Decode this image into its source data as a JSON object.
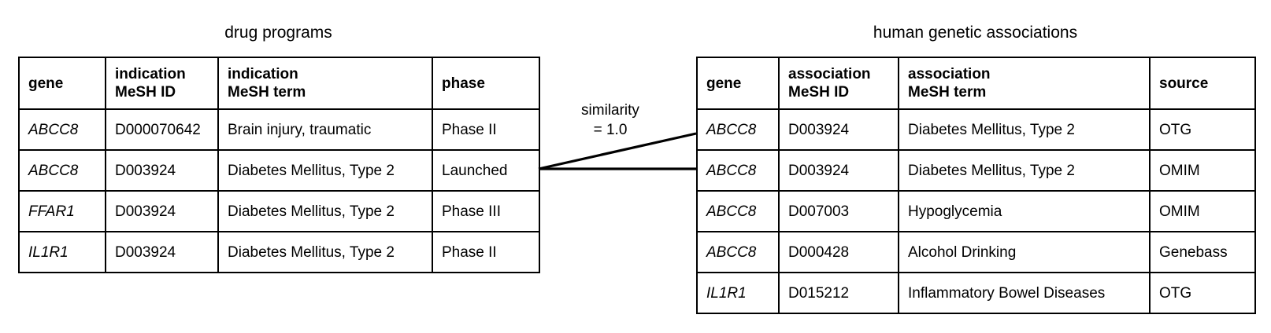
{
  "figure": {
    "left_panel": {
      "title": "drug programs",
      "columns": [
        {
          "line1": "gene",
          "line2": ""
        },
        {
          "line1": "indication",
          "line2": "MeSH ID"
        },
        {
          "line1": "indication",
          "line2": "MeSH term"
        },
        {
          "line1": "phase",
          "line2": ""
        }
      ],
      "rows": [
        {
          "gene": "ABCC8",
          "mesh_id": "D000070642",
          "mesh_term": "Brain injury, traumatic",
          "phase": "Phase II"
        },
        {
          "gene": "ABCC8",
          "mesh_id": "D003924",
          "mesh_term": "Diabetes Mellitus, Type 2",
          "phase": "Launched"
        },
        {
          "gene": "FFAR1",
          "mesh_id": "D003924",
          "mesh_term": "Diabetes Mellitus, Type 2",
          "phase": "Phase III"
        },
        {
          "gene": "IL1R1",
          "mesh_id": "D003924",
          "mesh_term": "Diabetes Mellitus, Type 2",
          "phase": "Phase II"
        }
      ]
    },
    "right_panel": {
      "title": "human genetic associations",
      "columns": [
        {
          "line1": "gene",
          "line2": ""
        },
        {
          "line1": "association",
          "line2": "MeSH ID"
        },
        {
          "line1": "association",
          "line2": "MeSH term"
        },
        {
          "line1": "source",
          "line2": ""
        }
      ],
      "rows": [
        {
          "gene": "ABCC8",
          "mesh_id": "D003924",
          "mesh_term": "Diabetes Mellitus, Type 2",
          "source": "OTG"
        },
        {
          "gene": "ABCC8",
          "mesh_id": "D003924",
          "mesh_term": "Diabetes Mellitus, Type 2",
          "source": "OMIM"
        },
        {
          "gene": "ABCC8",
          "mesh_id": "D007003",
          "mesh_term": "Hypoglycemia",
          "source": "OMIM"
        },
        {
          "gene": "ABCC8",
          "mesh_id": "D000428",
          "mesh_term": "Alcohol Drinking",
          "source": "Genebass"
        },
        {
          "gene": "IL1R1",
          "mesh_id": "D015212",
          "mesh_term": "Inflammatory Bowel Diseases",
          "source": "OTG"
        }
      ]
    },
    "connector": {
      "label_line1": "similarity",
      "label_line2": "= 1.0",
      "line_color": "#000000"
    }
  }
}
